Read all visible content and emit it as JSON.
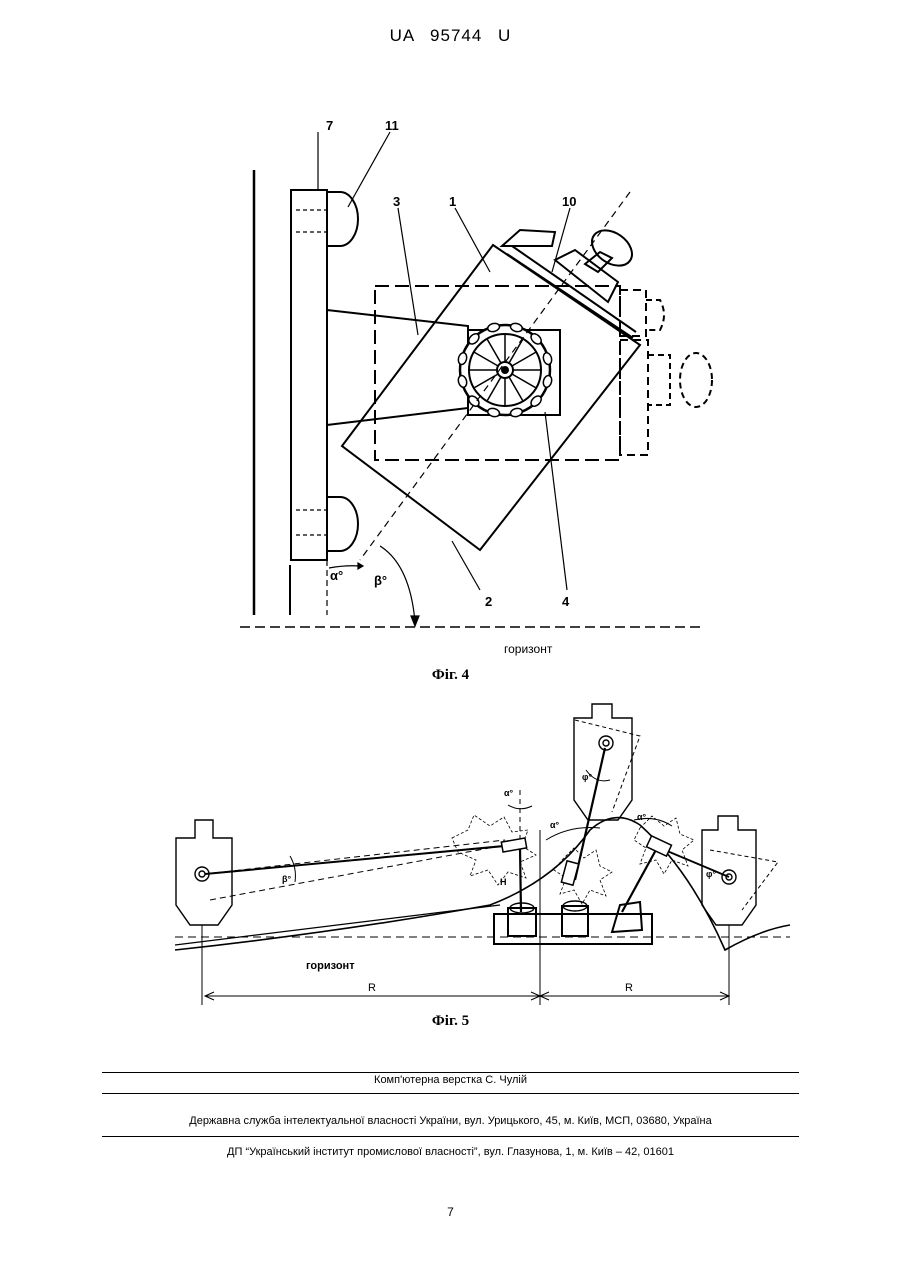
{
  "header": {
    "doc_id": "UA   95744   U"
  },
  "figure4": {
    "labels": {
      "l7": "7",
      "l11": "11",
      "l3": "3",
      "l1": "1",
      "l10": "10",
      "l2": "2",
      "l4": "4",
      "alpha": "α°",
      "beta": "β°"
    },
    "horizon": "горизонт",
    "caption": "Фіг. 4"
  },
  "figure5": {
    "labels": {
      "alpha1": "α°",
      "alpha2": "α°",
      "alpha3": "α°",
      "beta": "β°",
      "phi1": "φ°",
      "phi2": "φ°",
      "h": "H",
      "r1": "R",
      "r2": "R"
    },
    "horizon": "горизонт",
    "caption": "Фіг. 5"
  },
  "footer": {
    "layout": "Комп'ютерна верстка С. Чулій",
    "agency": "Державна служба інтелектуальної власності України, вул. Урицького, 45, м. Київ, МСП, 03680, Україна",
    "institute": "ДП “Український інститут промислової власності”, вул. Глазунова, 1, м. Київ – 42, 01601"
  },
  "page_number": "7"
}
